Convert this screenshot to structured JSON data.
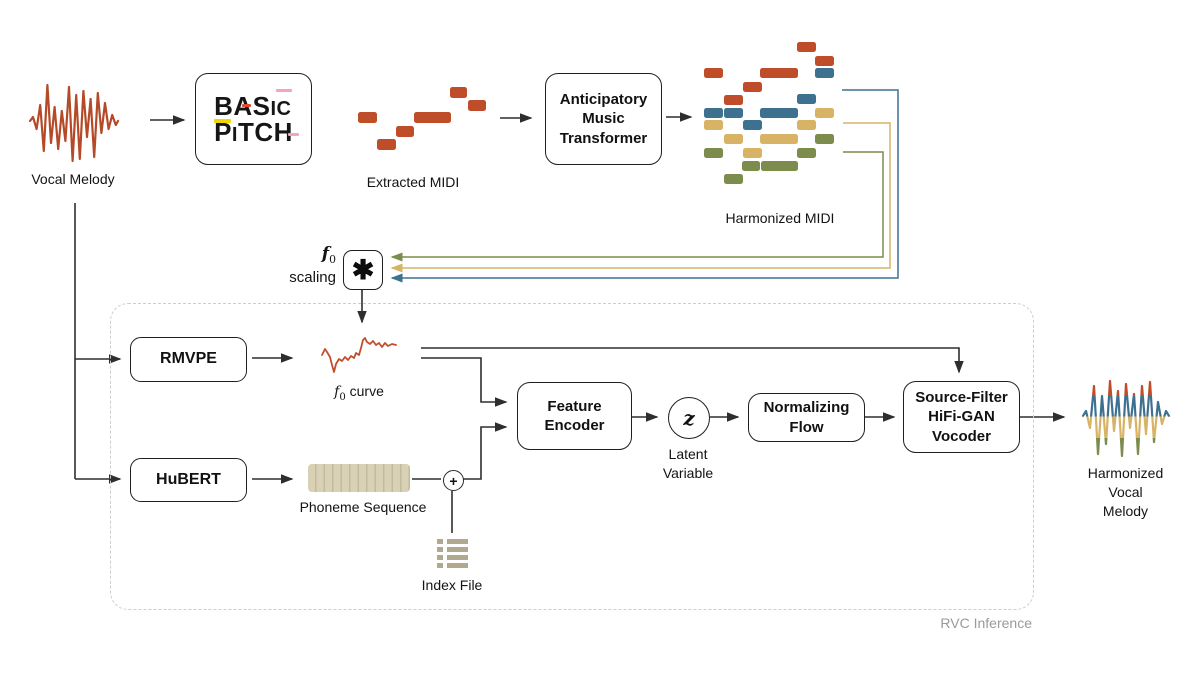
{
  "labels": {
    "vocal_melody": "Vocal Melody",
    "extracted_midi": "Extracted MIDI",
    "harmonized_midi": "Harmonized MIDI",
    "f_letter": "f",
    "f_sub": "0",
    "scaling_word": "scaling",
    "curve_word": " curve",
    "asterisk": "✱",
    "plus": "+",
    "z": "z",
    "phoneme_sequence": "Phoneme Sequence",
    "index_file": "Index File",
    "latent_line1": "Latent",
    "latent_line2": "Variable",
    "harm_line1": "Harmonized",
    "harm_line2": "Vocal",
    "harm_line3": "Melody",
    "rvc_inference": "RVC Inference"
  },
  "boxes": {
    "basic_pitch": {
      "p1": "BAS",
      "p2": "IC",
      "p3": "P",
      "p4": "I",
      "p5": "TCH"
    },
    "amt": [
      "Anticipatory",
      "Music",
      "Transformer"
    ],
    "rmvpe": "RMVPE",
    "hubert": "HuBERT",
    "feature_encoder": [
      "Feature",
      "Encoder"
    ],
    "normalizing_flow": [
      "Normalizing",
      "Flow"
    ],
    "vocoder": [
      "Source-Filter",
      "HiFi-GAN",
      "Vocoder"
    ]
  },
  "colors": {
    "red": "#BF4D2A",
    "blue": "#3E7090",
    "tan": "#D8B365",
    "green": "#7C8C4D",
    "phoneme_fill": "#D8D1B5",
    "phoneme_line": "#C2BA9C",
    "index_icon": "#B1A98F",
    "dash_gray": "#CDCDCD",
    "label_gray": "#9A9A9A",
    "line_dark": "#2E2E2E"
  },
  "midi": {
    "extracted": [
      [
        358,
        112,
        19,
        11,
        "r"
      ],
      [
        377,
        139,
        19,
        11,
        "r"
      ],
      [
        396,
        126,
        18,
        11,
        "r"
      ],
      [
        414,
        112,
        37,
        11,
        "r"
      ],
      [
        450,
        87,
        17,
        11,
        "r"
      ],
      [
        468,
        100,
        18,
        11,
        "r"
      ]
    ],
    "harmonized": [
      [
        797,
        42,
        19,
        10,
        "r"
      ],
      [
        815,
        56,
        19,
        10,
        "r"
      ],
      [
        704,
        68,
        19,
        10,
        "r"
      ],
      [
        760,
        68,
        38,
        10,
        "r"
      ],
      [
        815,
        68,
        19,
        10,
        "b"
      ],
      [
        743,
        82,
        19,
        10,
        "r"
      ],
      [
        724,
        95,
        19,
        10,
        "r"
      ],
      [
        797,
        94,
        19,
        10,
        "b"
      ],
      [
        704,
        108,
        19,
        10,
        "b"
      ],
      [
        724,
        108,
        19,
        10,
        "b"
      ],
      [
        760,
        108,
        38,
        10,
        "b"
      ],
      [
        815,
        108,
        19,
        10,
        "t"
      ],
      [
        704,
        120,
        19,
        10,
        "t"
      ],
      [
        743,
        120,
        19,
        10,
        "b"
      ],
      [
        797,
        120,
        19,
        10,
        "t"
      ],
      [
        724,
        134,
        19,
        10,
        "t"
      ],
      [
        760,
        134,
        38,
        10,
        "t"
      ],
      [
        815,
        134,
        19,
        10,
        "g"
      ],
      [
        704,
        148,
        19,
        10,
        "g"
      ],
      [
        743,
        148,
        19,
        10,
        "t"
      ],
      [
        797,
        148,
        19,
        10,
        "g"
      ],
      [
        742,
        161,
        18,
        10,
        "g"
      ],
      [
        761,
        161,
        37,
        10,
        "g"
      ],
      [
        724,
        174,
        19,
        10,
        "g"
      ]
    ]
  }
}
